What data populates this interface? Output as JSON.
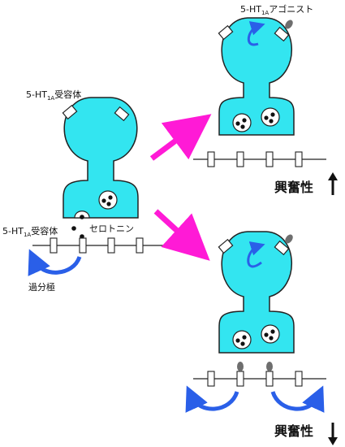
{
  "labels": {
    "agonist": "5-HT",
    "agonist_sub": "1A",
    "agonist_suffix": "アゴニスト",
    "receptor_top": "5-HT",
    "receptor_top_sub": "1A",
    "receptor_top_suffix": "受容体",
    "receptor_bottom": "5-HT",
    "receptor_bottom_sub": "1A",
    "receptor_bottom_suffix": "受容体",
    "serotonin": "セロトニン",
    "hyperpolarization": "過分極",
    "excitability_up": "興奮性",
    "excitability_down": "興奮性"
  },
  "colors": {
    "cell_fill": "#33e5f0",
    "arrow_pink": "#ff1ad6",
    "curved_arrow_blue": "#2a5fe8",
    "outline": "#222222",
    "agonist_gray": "#6e6e6e"
  },
  "icons": {
    "up_arrow": "arrow-up-icon",
    "down_arrow": "arrow-down-icon"
  }
}
